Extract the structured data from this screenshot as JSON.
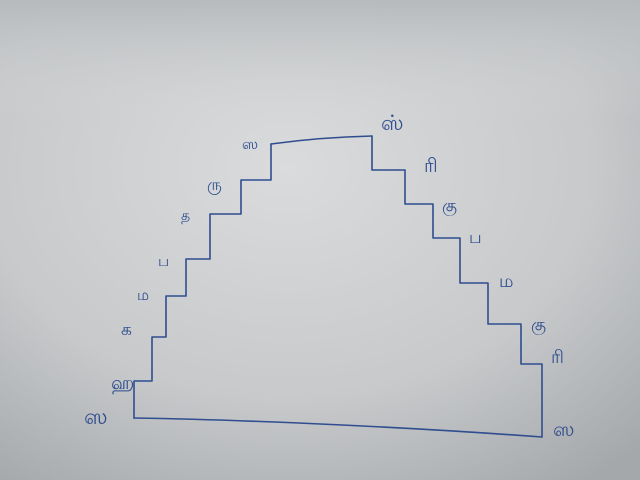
{
  "scene": {
    "description_type": "hand-drawn staircase sketch on paper",
    "ink_color": "#2f4d8f",
    "paper_light": "#d8dadb",
    "paper_dark": "#a8abae"
  },
  "labels": {
    "left_bottom": "ஸ",
    "left_1": "ஹ",
    "left_2": "க",
    "left_3": "ம",
    "left_4": "ப",
    "left_5": "த",
    "left_6": "ரு",
    "left_top": "ஸ",
    "right_top": "ஸ்",
    "right_1": "ரி",
    "right_2": "கு",
    "right_3": "ப",
    "right_4": "ம",
    "right_5": "கு",
    "right_6": "ரி",
    "right_bottom": "ஸ"
  }
}
